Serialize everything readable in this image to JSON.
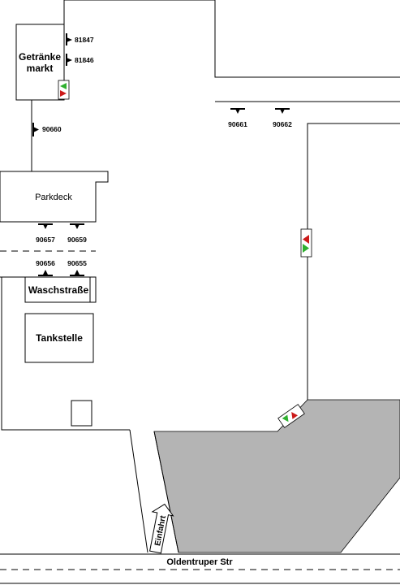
{
  "map": {
    "buildings": {
      "getraenke_line1": "Getränke",
      "getraenke_line2": "markt",
      "parkdeck": "Parkdeck",
      "waschstrasse": "Waschstraße",
      "tankstelle": "Tankstelle"
    },
    "street": "Oldentruper Str",
    "entrance": "Einfahrt",
    "sensors": {
      "s81847": "81847",
      "s81846": "81846",
      "s90660": "90660",
      "s90661": "90661",
      "s90662": "90662",
      "s90657": "90657",
      "s90659": "90659",
      "s90656": "90656",
      "s90655": "90655"
    },
    "colors": {
      "parking_fill": "#b4b4b4",
      "signal_red": "#cc1a1a",
      "signal_green": "#2fb02f",
      "line": "#000000"
    }
  }
}
